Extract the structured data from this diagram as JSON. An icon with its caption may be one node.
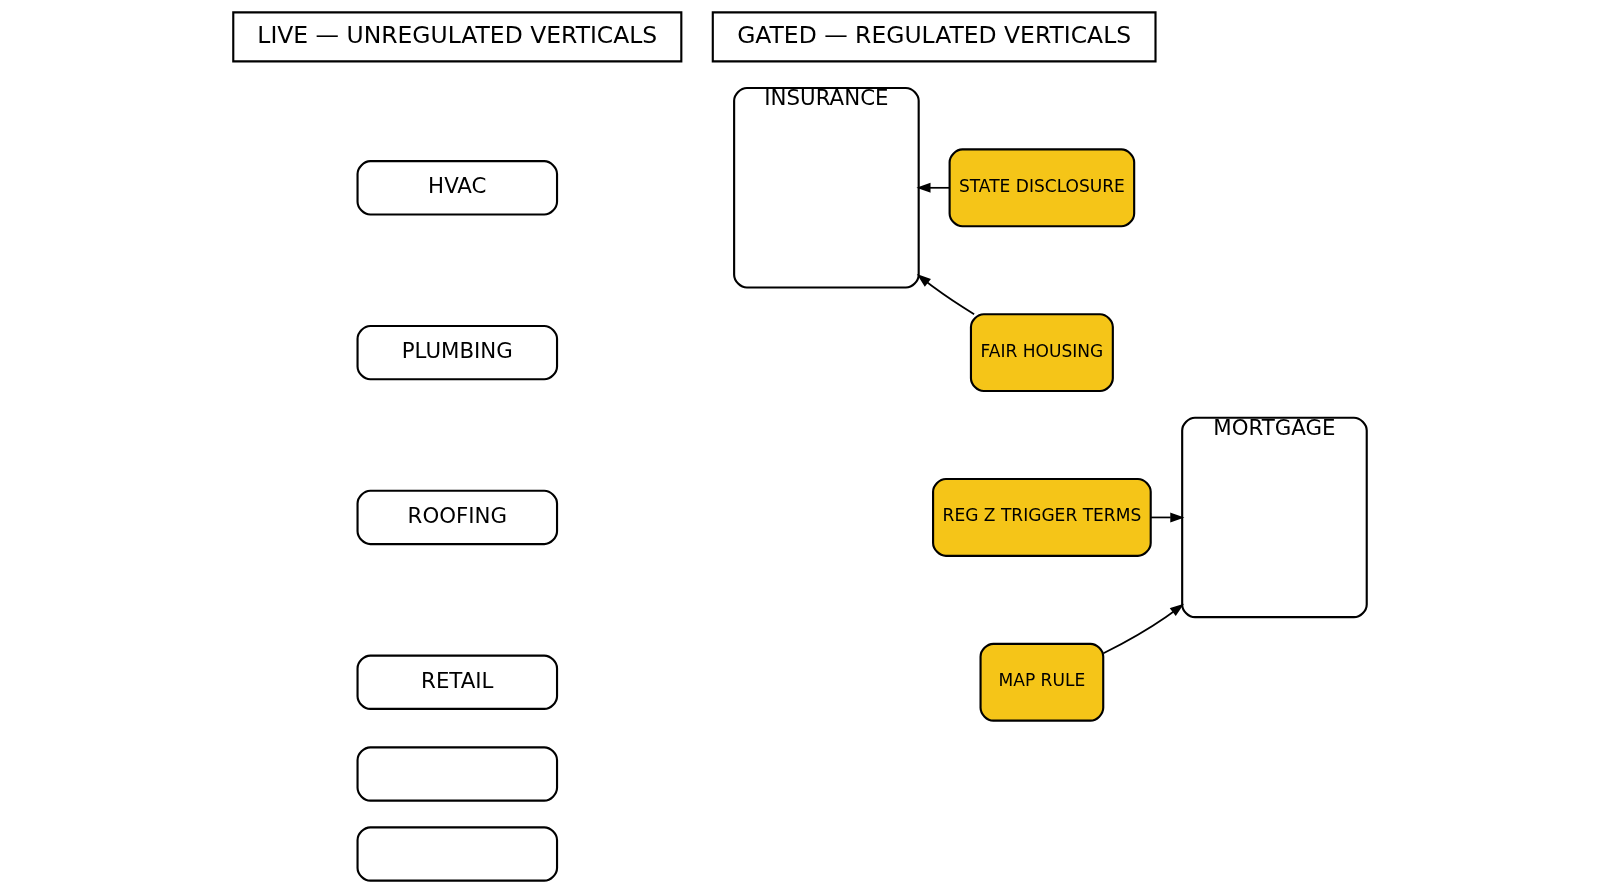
{
  "diagram": {
    "nodes": [
      {
        "text": [
          "LIVE — UNREGULATED VERTICALS"
        ]
      },
      {
        "text": [
          "HVAC"
        ]
      },
      {
        "text": [
          "PLUMBING"
        ]
      },
      {
        "text": [
          "ROOFING"
        ]
      },
      {
        "text": [
          "RETAIL"
        ]
      },
      {
        "text": [],
        "shape": "box"
      },
      {
        "text": [],
        "shape": "box"
      },
      {
        "text": [
          "GATED — REGULATED VERTICALS"
        ]
      },
      {
        "text": [
          "INSURANCE"
        ]
      },
      {
        "text": [
          "STATE DISCLOSURE"
        ]
      },
      {
        "text": [
          "FAIR HOUSING"
        ]
      },
      {
        "text": [
          "MORTGAGE"
        ]
      },
      {
        "text": [
          "REG Z TRIGGER TERMS"
        ]
      },
      {
        "text": [
          "MAP RULE"
        ]
      }
    ],
    "edges": [
      {
        "from": 9,
        "to": 8,
        "arrow": "to"
      },
      {
        "from": 10,
        "to": 8,
        "arrow": "to"
      },
      {
        "from": 12,
        "to": 11,
        "arrow": "to"
      },
      {
        "from": 13,
        "to": 11,
        "arrow": "to"
      }
    ]
  }
}
